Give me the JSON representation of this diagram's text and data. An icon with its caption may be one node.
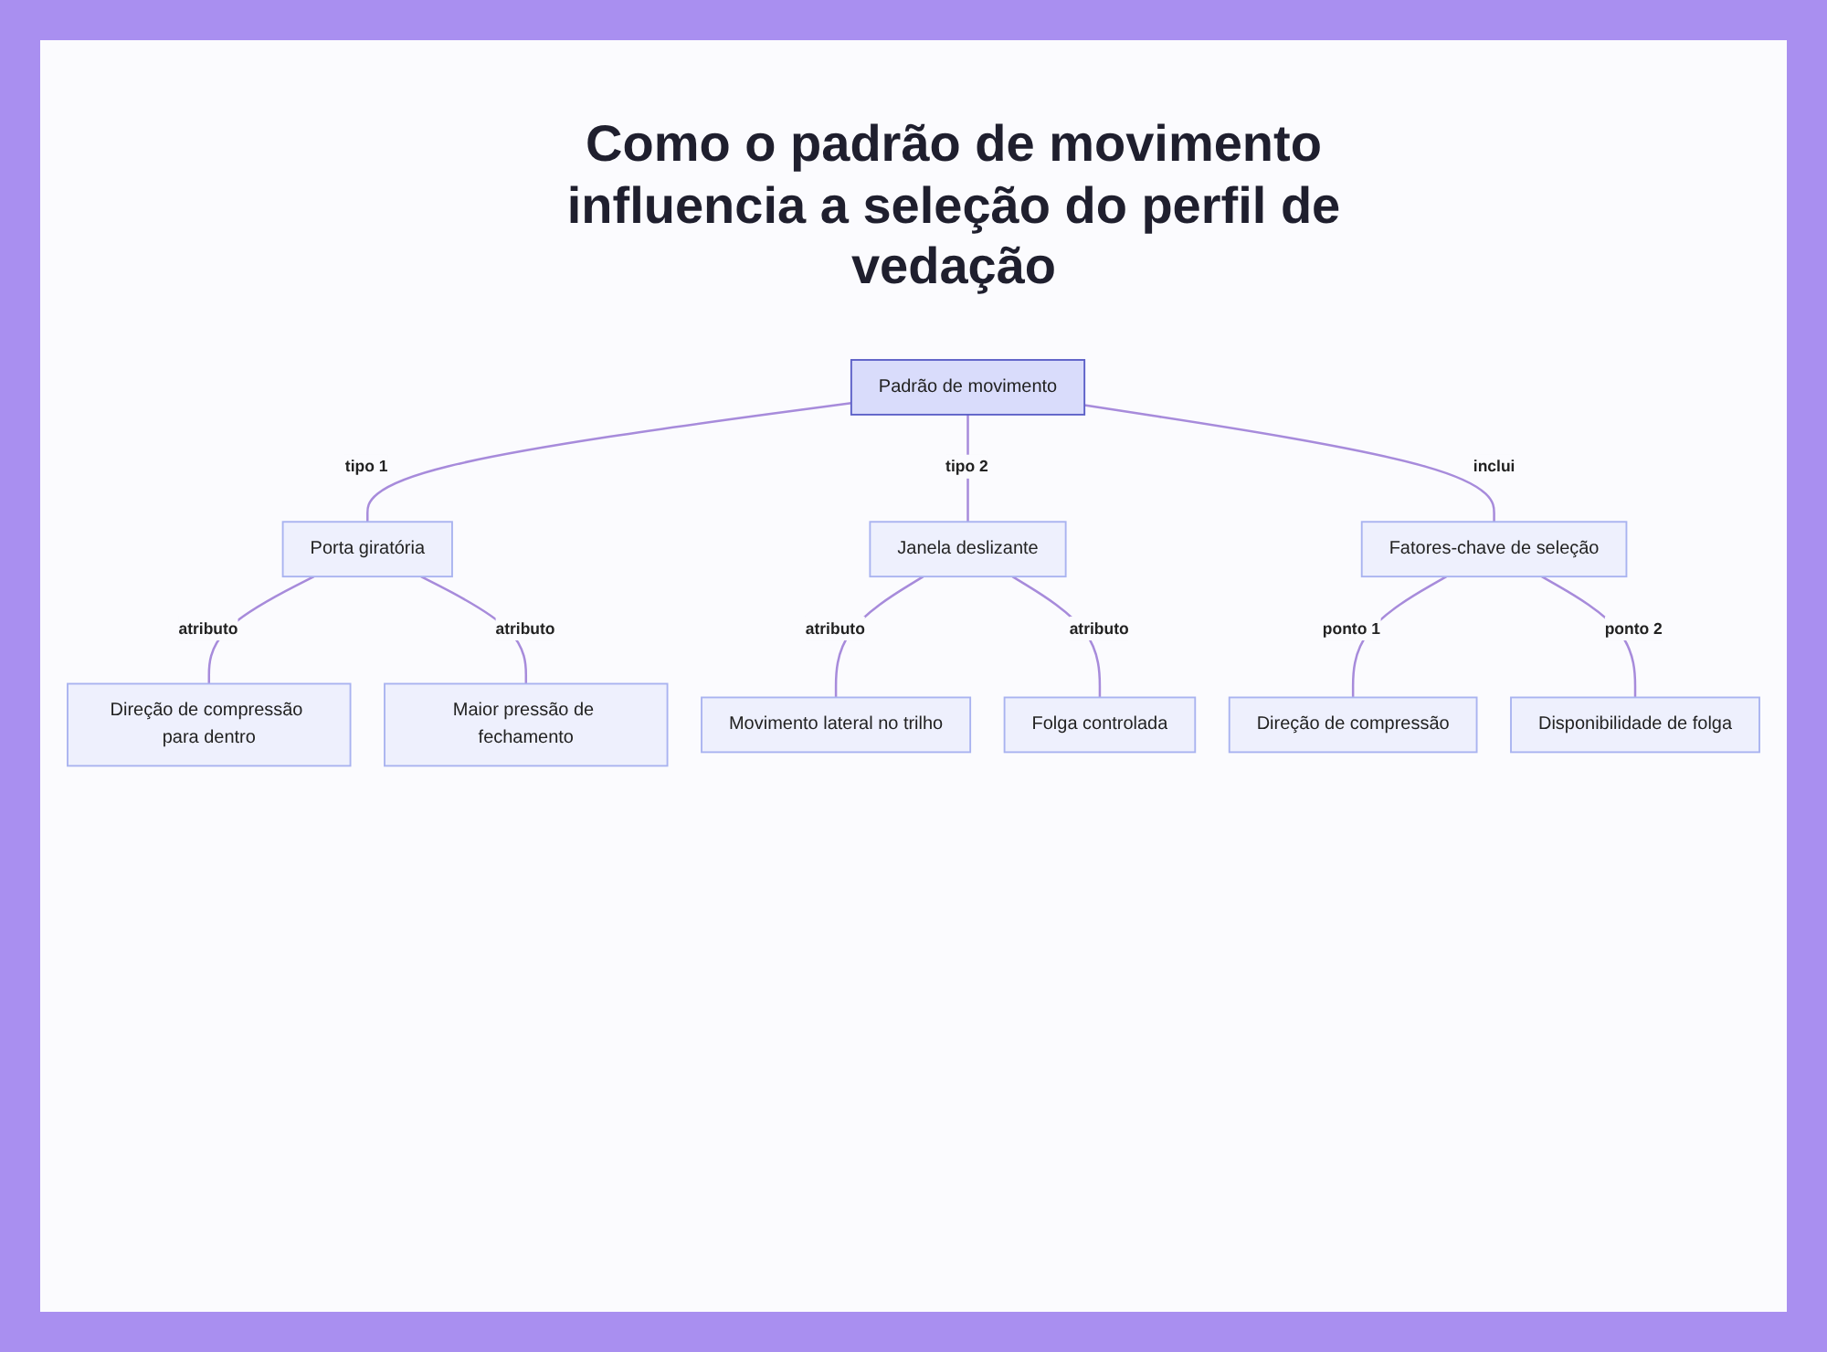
{
  "diagram": {
    "title": "Como o padrão de movimento influencia a seleção do perfil de vedação",
    "nodes": [
      {
        "text": [
          "Padrão de movimento"
        ]
      },
      {
        "text": [
          "Porta giratória"
        ]
      },
      {
        "text": [
          "Janela deslizante"
        ]
      },
      {
        "text": [
          "Fatores-chave de seleção"
        ]
      },
      {
        "text": [
          "Direção de compressão para dentro"
        ]
      },
      {
        "text": [
          "Maior pressão de fechamento"
        ]
      },
      {
        "text": [
          "Movimento lateral no trilho"
        ]
      },
      {
        "text": [
          "Folga controlada"
        ]
      },
      {
        "text": [
          "Direção de compressão"
        ]
      },
      {
        "text": [
          "Disponibilidade de folga"
        ]
      }
    ],
    "edges": [
      {
        "from": 0,
        "to": 1,
        "arrow": "none",
        "label": "tipo 1"
      },
      {
        "from": 0,
        "to": 2,
        "arrow": "none",
        "label": "tipo 2"
      },
      {
        "from": 0,
        "to": 3,
        "arrow": "none",
        "label": "inclui"
      },
      {
        "from": 1,
        "to": 4,
        "arrow": "none",
        "label": "atributo"
      },
      {
        "from": 1,
        "to": 5,
        "arrow": "none",
        "label": "atributo"
      },
      {
        "from": 2,
        "to": 6,
        "arrow": "none",
        "label": "atributo"
      },
      {
        "from": 2,
        "to": 7,
        "arrow": "none",
        "label": "atributo"
      },
      {
        "from": 3,
        "to": 8,
        "arrow": "none",
        "label": "ponto 1"
      },
      {
        "from": 3,
        "to": 9,
        "arrow": "none",
        "label": "ponto 2"
      }
    ]
  }
}
